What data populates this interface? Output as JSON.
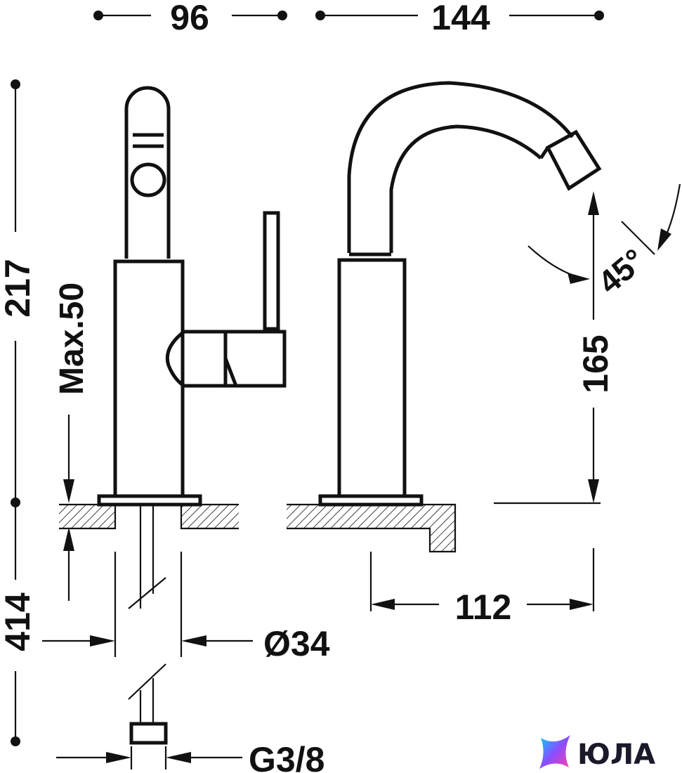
{
  "dimensions": {
    "top_left": "96",
    "top_right": "144",
    "left_total": "217",
    "max_deck": "Max.50",
    "below_deck": "414",
    "spout_height": "165",
    "spout_reach": "112",
    "angle": "45°",
    "shank_diameter": "Ø34",
    "connection": "G3/8"
  },
  "logo": {
    "text": "ЮЛА"
  },
  "colors": {
    "line": "#111111",
    "background": "#ffffff"
  }
}
